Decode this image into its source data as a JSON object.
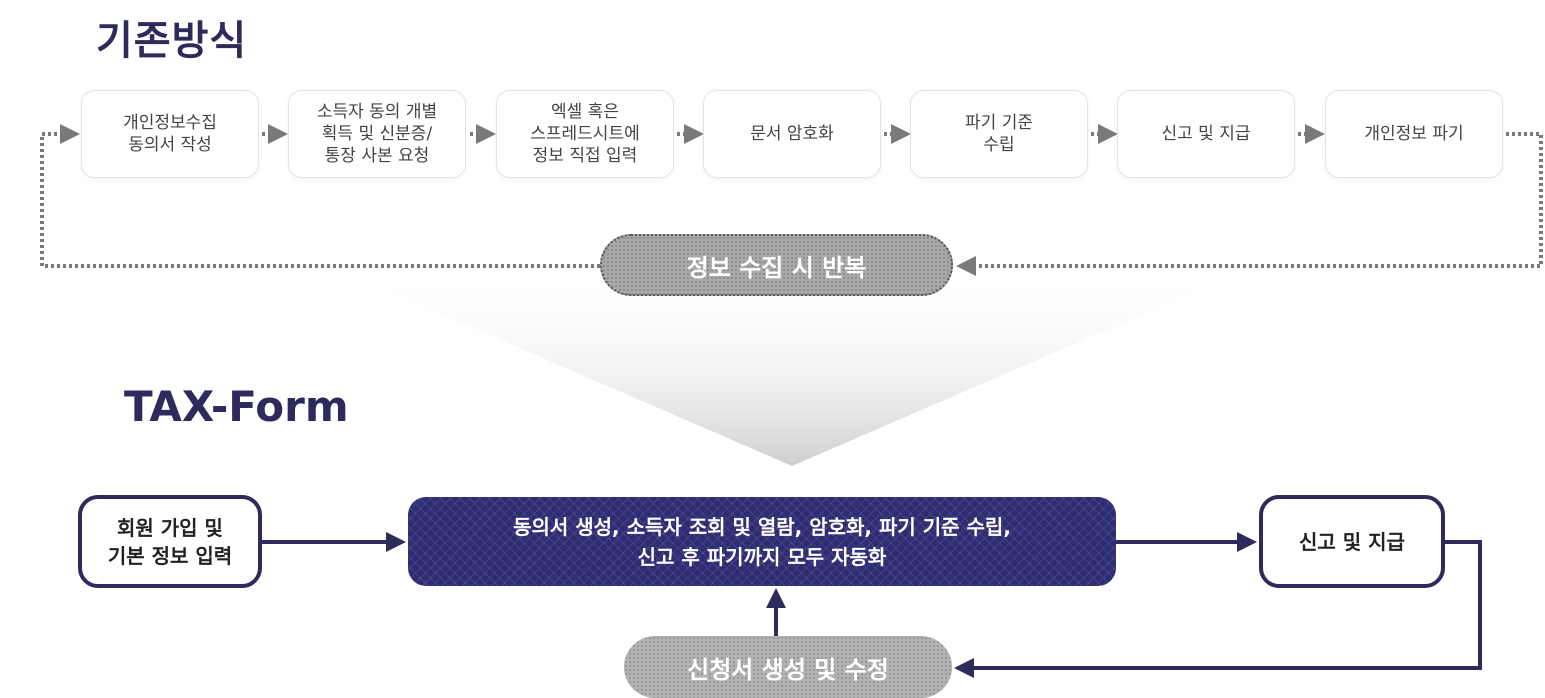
{
  "legacy": {
    "title": "기존방식",
    "steps": [
      "개인정보수집\n동의서 작성",
      "소득자 동의 개별\n획득 및 신분증/\n통장 사본 요청",
      "엑셀 혹은\n스프레드시트에\n정보 직접 입력",
      "문서 암호화",
      "파기 기준\n수립",
      "신고 및 지급",
      "개인정보 파기"
    ],
    "repeat_label": "정보 수집 시 반복"
  },
  "taxform": {
    "title": "TAX-Form",
    "signup": "회원 가입 및\n기본 정보 입력",
    "automation": "동의서 생성, 소득자 조회 및 열람, 암호화, 파기 기준 수립,\n신고 후 파기까지 모두 자동화",
    "report": "신고 및 지급",
    "apply": "신청서 생성 및 수정"
  },
  "colors": {
    "navy": "#2e2a5c",
    "main_box": "#2e2c72",
    "connector_gray": "#7a7a7a",
    "pill_gray": "#a9a9a9"
  }
}
